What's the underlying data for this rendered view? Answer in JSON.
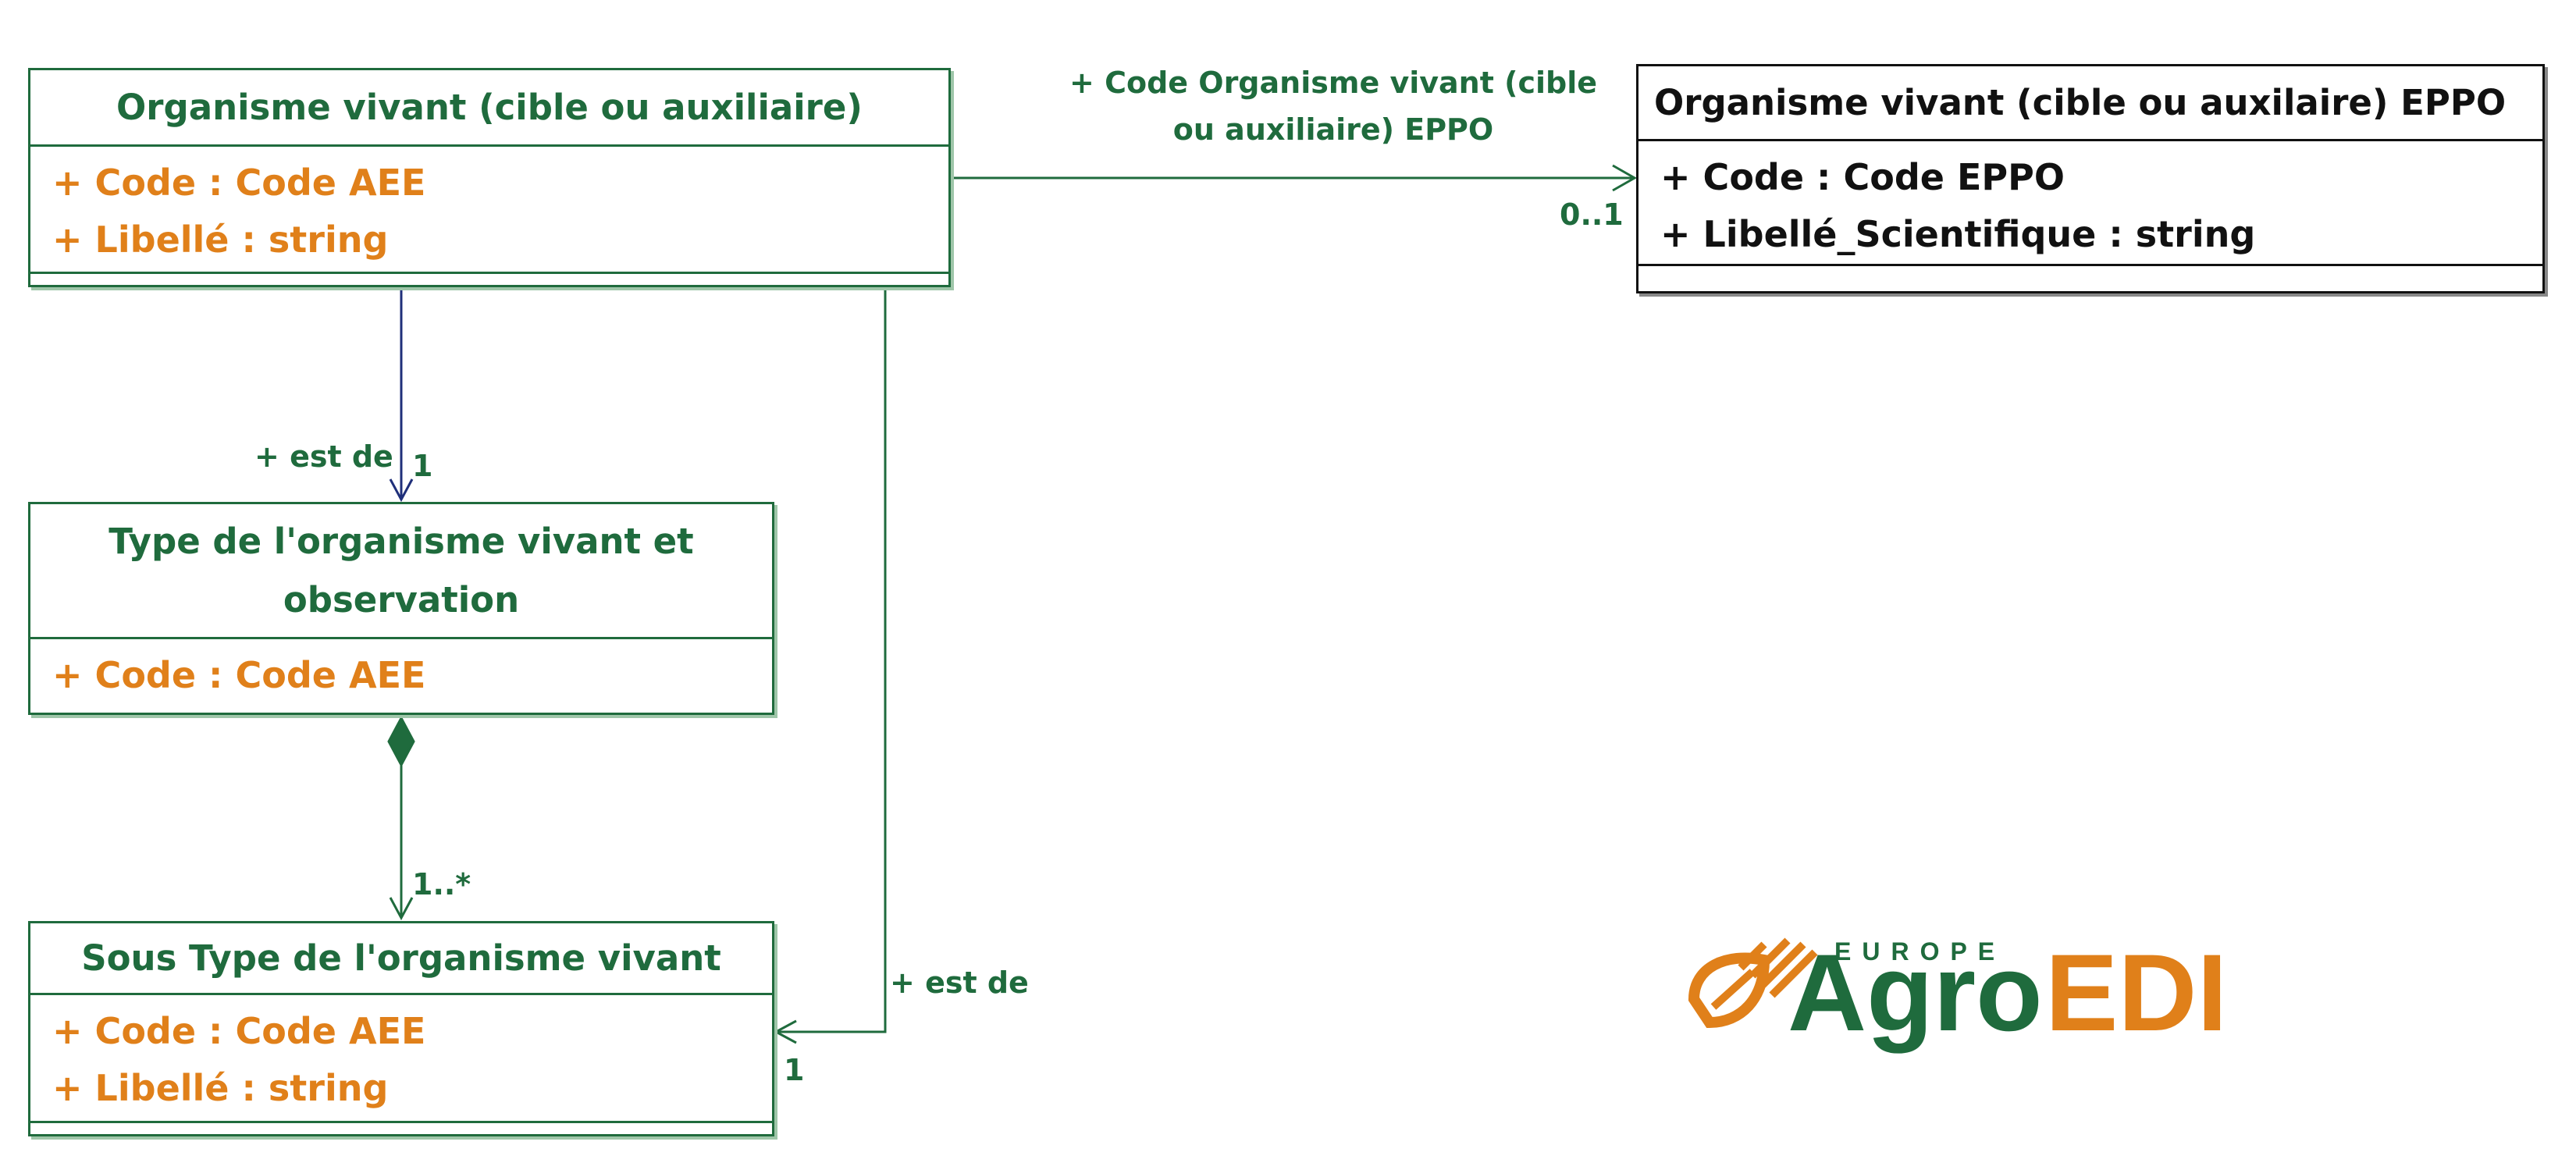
{
  "classes": {
    "organisme": {
      "name": "Organisme vivant (cible ou auxiliaire)",
      "attributes": [
        "+ Code : Code AEE",
        "+ Libellé : string"
      ]
    },
    "eppo": {
      "name": "Organisme vivant (cible ou auxilaire)  EPPO",
      "attributes": [
        "+ Code : Code EPPO",
        "+ Libellé_Scientifique : string"
      ]
    },
    "type": {
      "name_line1": "Type de l'organisme vivant et",
      "name_line2": "observation",
      "attributes": [
        "+ Code : Code AEE"
      ]
    },
    "soustype": {
      "name": "Sous Type de l'organisme vivant",
      "attributes": [
        "+ Code : Code AEE",
        "+ Libellé : string"
      ]
    }
  },
  "associations": {
    "eppo": {
      "role_line1": "+ Code Organisme vivant (cible",
      "role_line2": "ou auxiliaire) EPPO",
      "multiplicity": "0..1"
    },
    "type": {
      "role": "+ est de",
      "multiplicity": "1"
    },
    "composition": {
      "multiplicity": "1..*"
    },
    "soustype": {
      "role": "+ est de",
      "multiplicity": "1"
    }
  },
  "logo": {
    "europe": "EUROPE",
    "agro": "Agro",
    "edi": "EDI"
  },
  "colors": {
    "green": "#1f6b3d",
    "orange": "#e0801a",
    "navy": "#1f2f7a",
    "black": "#111111"
  }
}
